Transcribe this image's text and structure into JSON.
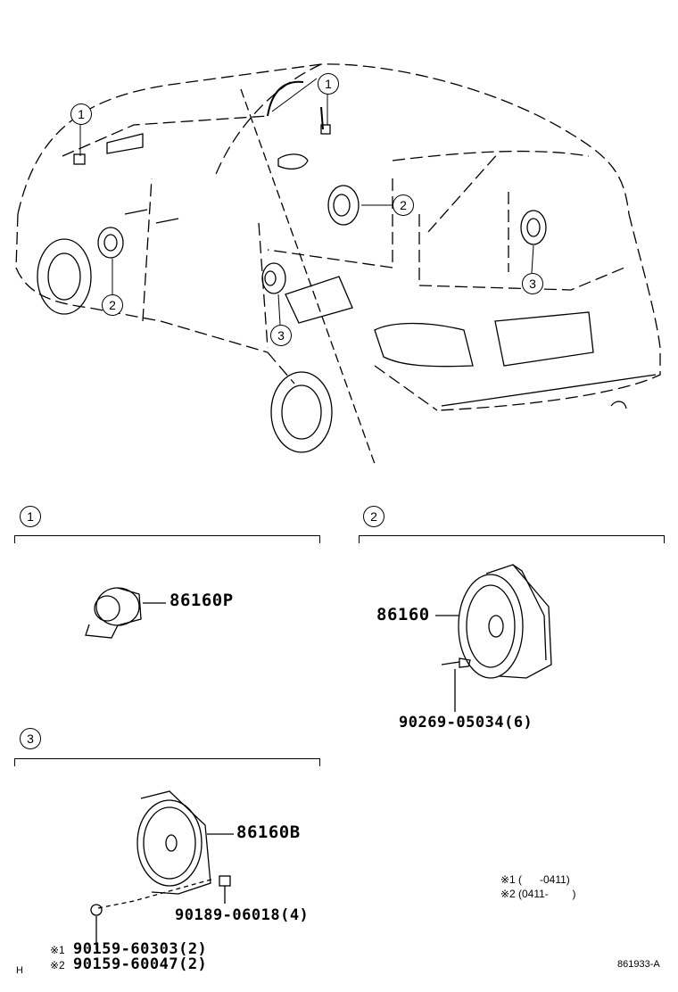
{
  "van_callouts": [
    "1",
    "1",
    "2",
    "2",
    "3",
    "3"
  ],
  "section1": {
    "callout": "1",
    "parts": [
      {
        "label": "86160P"
      }
    ]
  },
  "section2": {
    "callout": "2",
    "parts": [
      {
        "label": "86160"
      },
      {
        "label": "90269-05034(6)"
      }
    ]
  },
  "section3": {
    "callout": "3",
    "parts": [
      {
        "label": "86160B"
      },
      {
        "label": "90189-06018(4)"
      }
    ],
    "screws": [
      {
        "mark": "※1",
        "label": "90159-60303(2)"
      },
      {
        "mark": "※2",
        "label": "90159-60047(2)"
      }
    ]
  },
  "notes": [
    {
      "mark": "※1",
      "text": "(      -0411)"
    },
    {
      "mark": "※2",
      "text": "(0411-        )"
    }
  ],
  "corner_left": "H",
  "figure_id": "861933-A"
}
